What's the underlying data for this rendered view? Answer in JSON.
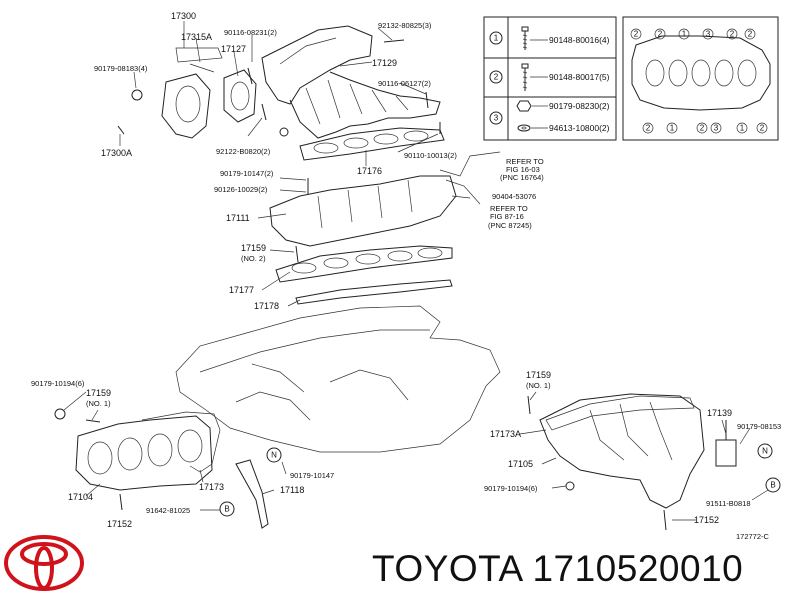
{
  "brand": {
    "footer_text": "TOYOTA 1710520010",
    "logo_color": "#d0121b"
  },
  "callouts": {
    "p17300": "17300",
    "p17315A": "17315A",
    "p90116_08231": "90116-08231(2)",
    "p92132": "92132-80825(3)",
    "p17127": "17127",
    "p90179_08183": "90179-08183(4)",
    "p17129": "17129",
    "p90116_06127": "90116-06127(2)",
    "p17300A": "17300A",
    "p92122": "92122-B0820(2)",
    "p90110": "90110-10013(2)",
    "p17176": "17176",
    "p90179_10147a": "90179-10147(2)",
    "p90126": "90126-10029(2)",
    "refer1_a": "REFER TO",
    "refer1_b": "FIG 16-03",
    "refer1_c": "(PNC 16764)",
    "p90404": "90404-53076",
    "refer2_a": "REFER TO",
    "refer2_b": "FIG 87-16",
    "refer2_c": "(PNC 87245)",
    "p17111": "17111",
    "p17159_top": "17159",
    "no2": "(NO. 2)",
    "p17177": "17177",
    "p17178": "17178",
    "p90179_10194_l": "90179-10194(6)",
    "p17159_l": "17159",
    "no1_l": "(NO. 1)",
    "p17159_r": "17159",
    "no1_r": "(NO. 1)",
    "p17139": "17139",
    "p90179_08153": "90179-08153",
    "p17173A": "17173A",
    "p17105": "17105",
    "p17173": "17173",
    "p17118": "17118",
    "p90179_10147b": "90179-10147",
    "p17104": "17104",
    "p91642": "91642-81025",
    "p90179_10194_r": "90179-10194(6)",
    "p91511": "91511-B0818",
    "p17152_l": "17152",
    "p17152_r": "17152",
    "diagram_code": "172772-C",
    "n": "N",
    "b": "B"
  },
  "legend": {
    "rows": [
      {
        "num": "1",
        "code": "90148-80016(4)"
      },
      {
        "num": "2",
        "code": "90148-80017(5)"
      },
      {
        "num": "3",
        "code_a": "90179-08230(2)",
        "code_b": "94613-10800(2)"
      }
    ],
    "pattern_numbers": [
      "1",
      "2",
      "3"
    ]
  }
}
